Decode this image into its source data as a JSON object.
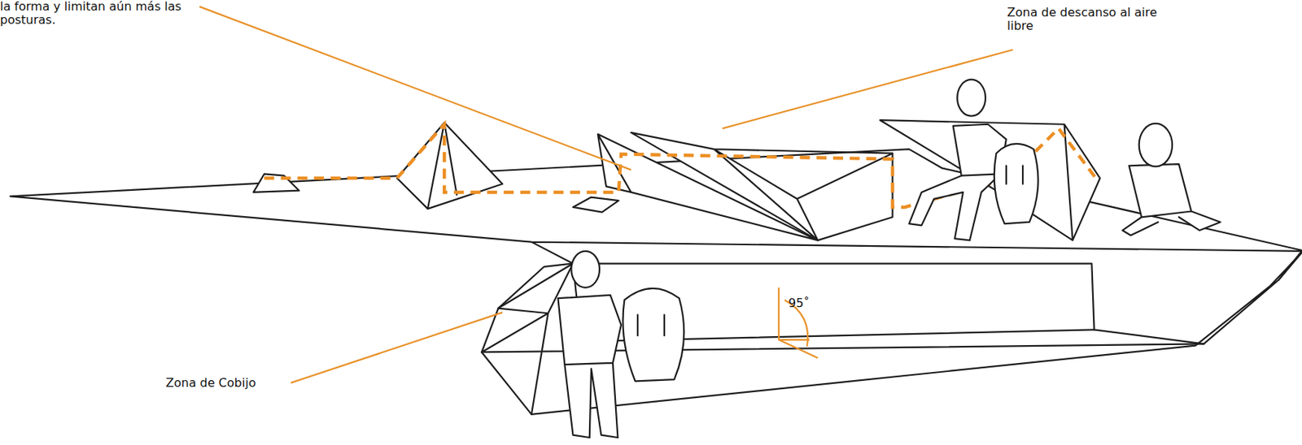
{
  "diagram": {
    "labels": [
      "la forma y limitan aún más las posturas.",
      "Zona de descanso al aire libre",
      "95˚",
      "Zona de Cobijo"
    ]
  }
}
